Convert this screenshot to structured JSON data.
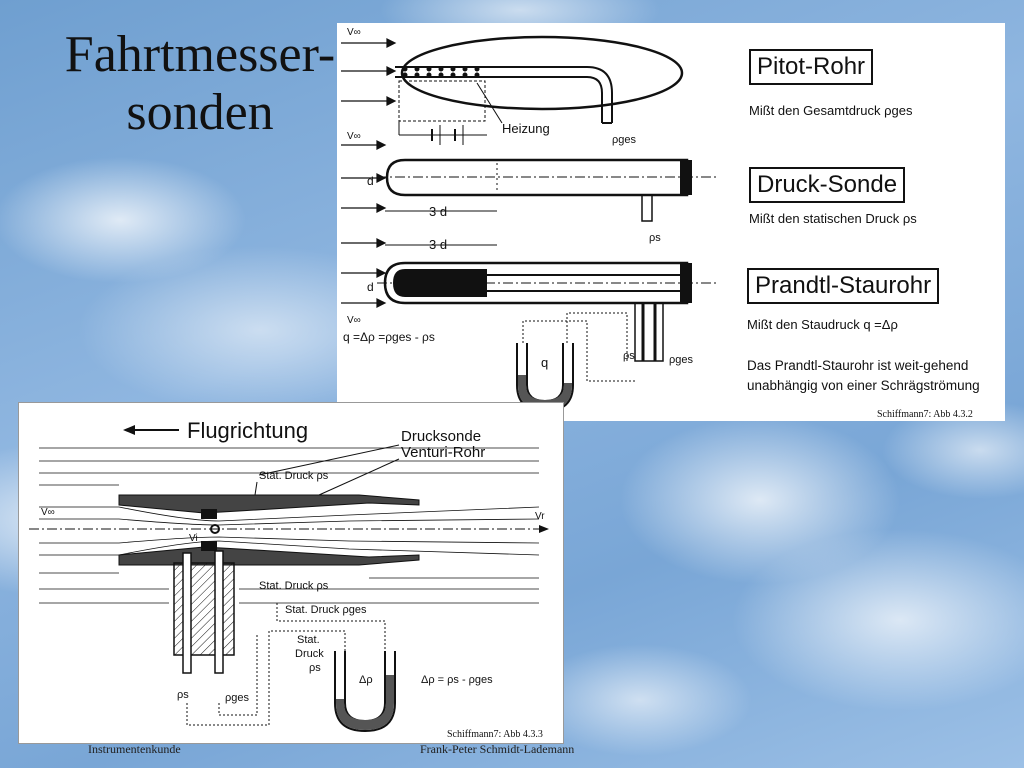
{
  "slide": {
    "title_line1": "Fahrtmesser-",
    "title_line2": "sonden"
  },
  "top_figure": {
    "pitot_label": "Pitot-Rohr",
    "pitot_desc": "Mißt den Gesamtdruck  ρges",
    "druck_label": "Druck-Sonde",
    "druck_desc": "Mißt den statischen Druck  ρs",
    "prandtl_label": "Prandtl-Staurohr",
    "prandtl_desc": "Mißt den Staudruck   q =Δρ",
    "prandtl_note": "Das Prandtl-Staurohr ist weit-gehend unabhängig von einer Schrägströmung",
    "heizung": "Heizung",
    "dim_3d": "3 d",
    "dim_d": "d",
    "v_inf": "V∞",
    "p_ges": "ρges",
    "p_s": "ρs",
    "q": "q",
    "formula": "q =Δρ =ρges - ρs",
    "credit": "Schiffmann7: Abb 4.3.2"
  },
  "bottom_figure": {
    "flugrichtung": "Flugrichtung",
    "drucksonde": "Drucksonde",
    "venturi": "Venturi-Rohr",
    "stat_druck_ps_top": "Stat. Druck ρs",
    "stat_druck_ps_bottom": "Stat. Druck ρs",
    "stat_druck_pges": "Stat. Druck ρges",
    "stat": "Stat.",
    "druck": "Druck",
    "ps": "ρs",
    "pges": "ρges",
    "delta_p": "Δρ",
    "formula": "Δρ = ρs - ρges",
    "v_inf": "V∞",
    "v_i": "Vi",
    "v_r": "Vr",
    "credit": "Schiffmann7: Abb 4.3.3"
  },
  "footer": {
    "left": "Instrumentenkunde",
    "center": "Frank-Peter Schmidt-Lademann"
  }
}
